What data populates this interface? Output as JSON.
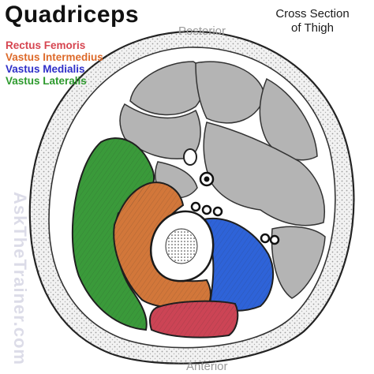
{
  "title": "Quadriceps",
  "caption": {
    "line1": "Cross Section",
    "line2": "of Thigh"
  },
  "legend": [
    {
      "label": "Rectus Femoris",
      "color": "#d64550"
    },
    {
      "label": "Vastus Intermedius",
      "color": "#dd6a2a"
    },
    {
      "label": "Vastus Medialis",
      "color": "#2f2fc8"
    },
    {
      "label": "Vastus Lateralis",
      "color": "#2e9a2e"
    }
  ],
  "orientation": {
    "top": "Posterior",
    "bottom": "Anterior"
  },
  "watermark": "AskTheTrainer.com",
  "colors": {
    "rectus_femoris": "#cc4455",
    "vastus_intermedius": "#d2773a",
    "vastus_medialis": "#2e63d8",
    "vastus_lateralis": "#3a9a3a",
    "other_muscle": "#b4b4b4",
    "bone_marrow": "#ffffff"
  }
}
